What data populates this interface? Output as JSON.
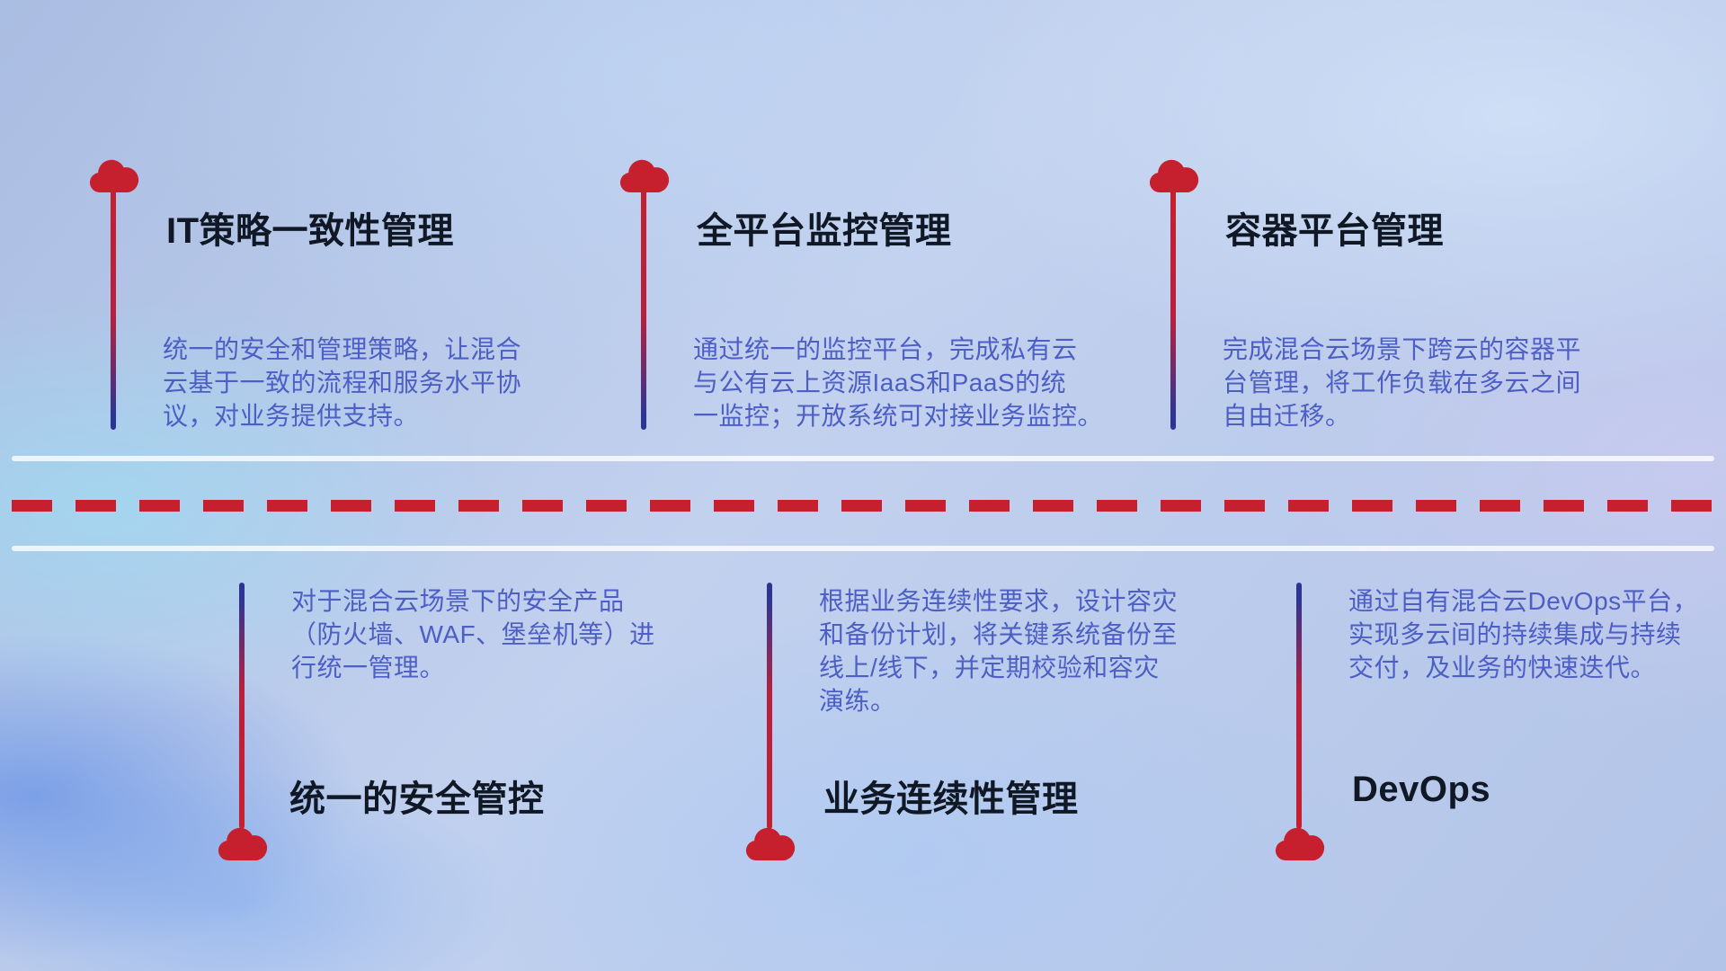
{
  "diagram": {
    "type": "timeline-features",
    "title": "",
    "top_items": [
      {
        "icon": "cloud-icon",
        "title": "IT策略一致性管理",
        "desc": "统一的安全和管理策略，让混合\n云基于一致的流程和服务水平协\n议，对业务提供支持。"
      },
      {
        "icon": "cloud-icon",
        "title": "全平台监控管理",
        "desc": "通过统一的监控平台，完成私有云\n与公有云上资源IaaS和PaaS的统\n一监控；开放系统可对接业务监控。"
      },
      {
        "icon": "cloud-icon",
        "title": "容器平台管理",
        "desc": "完成混合云场景下跨云的容器平\n台管理，将工作负载在多云之间\n自由迁移。"
      }
    ],
    "bottom_items": [
      {
        "icon": "cloud-icon",
        "title": "统一的安全管控",
        "desc": "对于混合云场景下的安全产品\n（防火墙、WAF、堡垒机等）进\n行统一管理。"
      },
      {
        "icon": "cloud-icon",
        "title": "业务连续性管理",
        "desc": "根据业务连续性要求，设计容灾\n和备份计划，将关键系统备份至\n线上/线下，并定期校验和容灾\n演练。"
      },
      {
        "icon": "cloud-icon",
        "title": "DevOps",
        "desc": "通过自有混合云DevOps平台，\n实现多云间的持续集成与持续\n交付，及业务的快速迭代。"
      }
    ]
  },
  "colors": {
    "accent_red": "#c6202f",
    "deep_blue": "#2c3692",
    "title_text": "#101826",
    "body_text": "#4d5ec5",
    "separator": "#ffffff"
  }
}
